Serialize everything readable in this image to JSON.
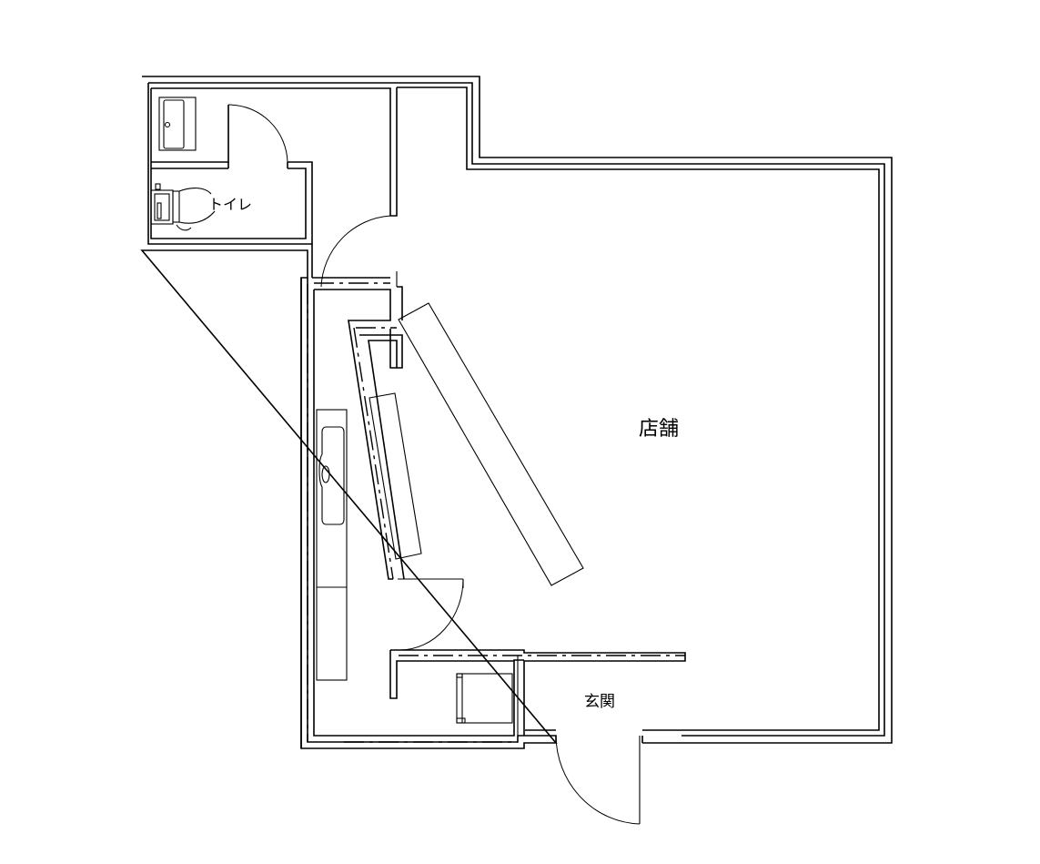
{
  "plan": {
    "type": "floor-plan",
    "stroke_color": "#000000",
    "background": "#ffffff"
  },
  "rooms": {
    "toilet": {
      "label": "トイレ"
    },
    "shop": {
      "label": "店舗"
    },
    "entrance": {
      "label": "玄関"
    }
  },
  "fixtures": [
    {
      "name": "washbasin",
      "room": "toilet-area"
    },
    {
      "name": "toilet-bowl",
      "room": "toilet"
    },
    {
      "name": "kitchen-sink-counter",
      "room": "back-area"
    },
    {
      "name": "long-counter",
      "room": "back-area"
    },
    {
      "name": "display-shelf",
      "room": "shop"
    },
    {
      "name": "shoe-cabinet",
      "room": "entrance"
    }
  ],
  "doors": [
    {
      "name": "toilet-door"
    },
    {
      "name": "back-door"
    },
    {
      "name": "inner-door"
    },
    {
      "name": "entrance-door"
    }
  ]
}
